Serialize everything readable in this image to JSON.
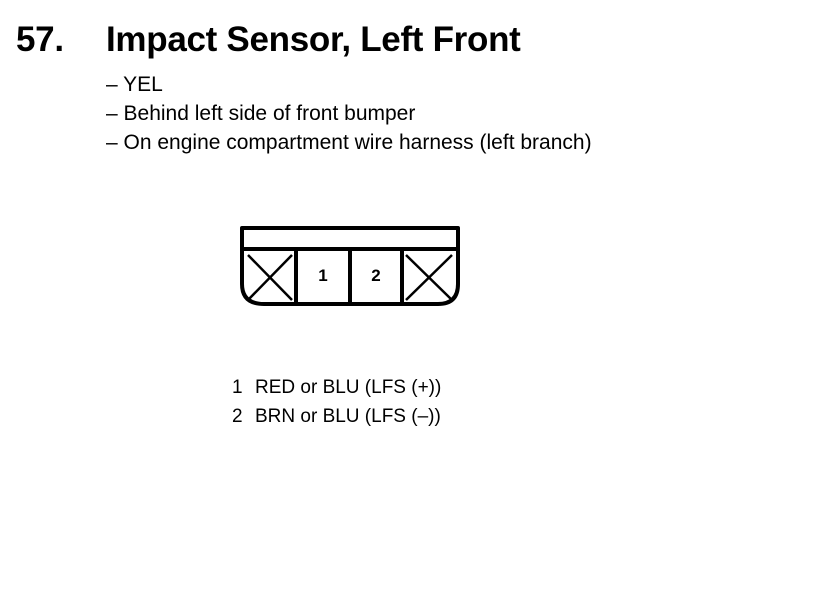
{
  "header": {
    "number": "57.",
    "title": "Impact Sensor, Left Front"
  },
  "details": [
    "– YEL",
    "– Behind left side of front bumper",
    "– On engine compartment wire harness (left branch)"
  ],
  "connector": {
    "cavities": [
      "X",
      "1",
      "2",
      "X"
    ]
  },
  "pins": [
    {
      "pin": "1",
      "description": "RED or BLU (LFS (+))"
    },
    {
      "pin": "2",
      "description": "BRN or BLU (LFS (–))"
    }
  ]
}
